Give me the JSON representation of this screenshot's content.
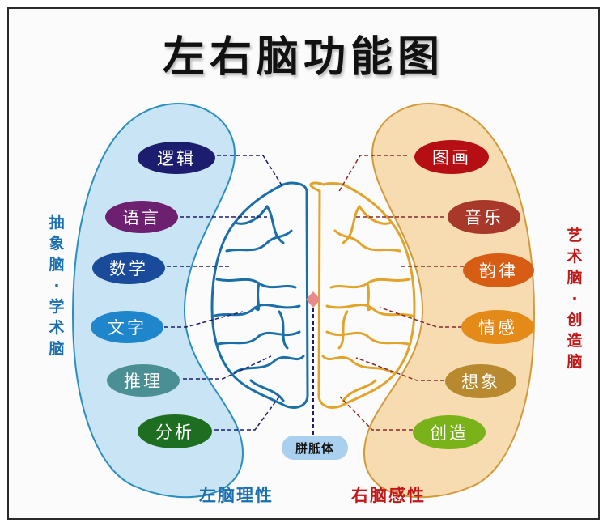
{
  "title": "左右脑功能图",
  "left": {
    "side_label_chars": [
      "抽",
      "象",
      "脑",
      "·",
      "学",
      "术",
      "脑"
    ],
    "side_label": "抽象脑·学术脑",
    "caption": "左脑理性",
    "color": "#1a6fb0",
    "band_fill": "#c9e4f4",
    "items": [
      {
        "label": "逻辑",
        "color": "#1c1d6e"
      },
      {
        "label": "语言",
        "color": "#6e2070"
      },
      {
        "label": "数学",
        "color": "#1a4a9a"
      },
      {
        "label": "文字",
        "color": "#1f86cc"
      },
      {
        "label": "推理",
        "color": "#4a8f94"
      },
      {
        "label": "分析",
        "color": "#1e6e22"
      }
    ]
  },
  "right": {
    "side_label_chars": [
      "艺",
      "术",
      "脑",
      "·",
      "创",
      "造",
      "脑"
    ],
    "side_label": "艺术脑·创造脑",
    "caption": "右脑感性",
    "color": "#c01818",
    "band_fill": "#f6dcb0",
    "items": [
      {
        "label": "图画",
        "color": "#b50f14"
      },
      {
        "label": "音乐",
        "color": "#a8382a"
      },
      {
        "label": "韵律",
        "color": "#d85d14"
      },
      {
        "label": "情感",
        "color": "#e48a18"
      },
      {
        "label": "想象",
        "color": "#b8892e"
      },
      {
        "label": "创造",
        "color": "#7ab21a"
      }
    ]
  },
  "corpus_callosum": "胼胝体",
  "brain_colors": {
    "left": "#1a6fa8",
    "right": "#e2a32a",
    "center": "#e88a8a"
  }
}
